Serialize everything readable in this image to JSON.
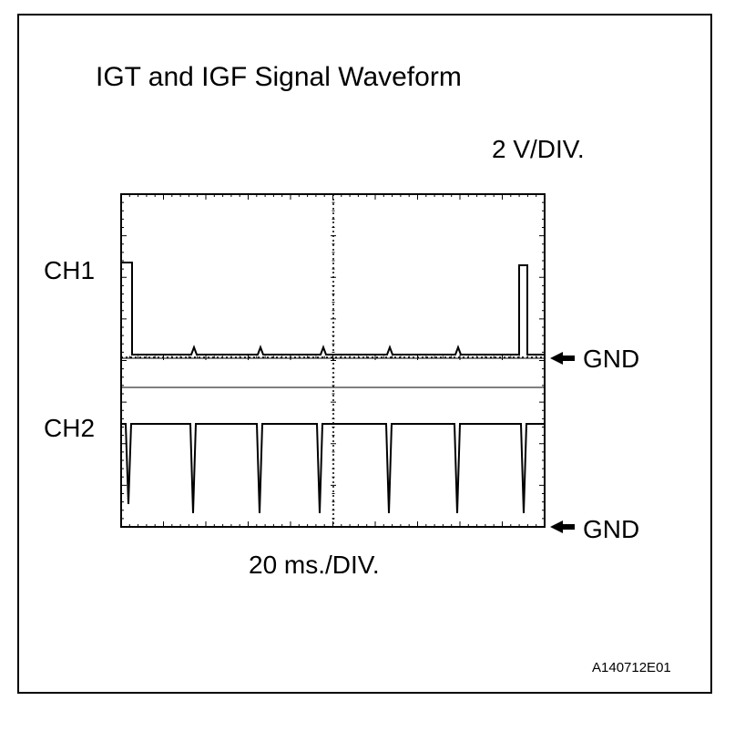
{
  "title": "IGT and IGF Signal Waveform",
  "vertical_scale": "2 V/DIV.",
  "time_scale": "20 ms./DIV.",
  "channels": [
    {
      "label": "CH1",
      "ground_label": "GND"
    },
    {
      "label": "CH2",
      "ground_label": "GND"
    }
  ],
  "figure_id": "A140712E01"
}
